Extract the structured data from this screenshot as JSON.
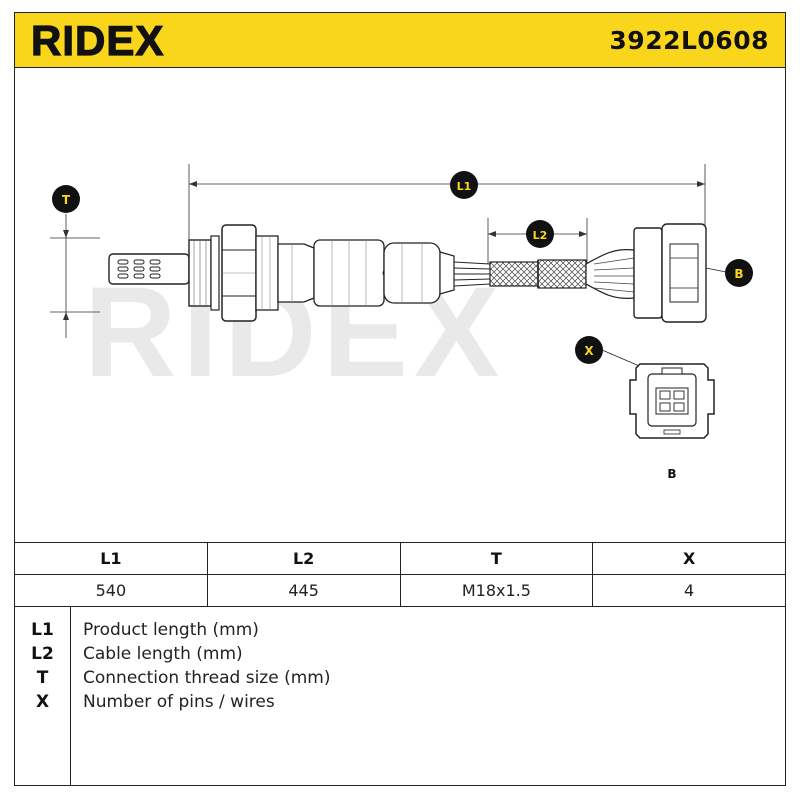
{
  "header": {
    "brand": "RIDEX",
    "part_number": "3922L0608"
  },
  "drawing": {
    "watermark": "RIDEX",
    "labels": {
      "t": "T",
      "l1": "L1",
      "l2": "L2",
      "b": "B",
      "x": "X",
      "connector_caption": "B"
    },
    "colors": {
      "accent": "#f9d61b",
      "marker": "#111111"
    }
  },
  "spec_table": {
    "headers": [
      "L1",
      "L2",
      "T",
      "X"
    ],
    "values": [
      "540",
      "445",
      "M18x1.5",
      "4"
    ]
  },
  "legend": [
    {
      "key": "L1",
      "desc": "Product length (mm)"
    },
    {
      "key": "L2",
      "desc": "Cable length (mm)"
    },
    {
      "key": "T",
      "desc": "Connection thread size (mm)"
    },
    {
      "key": "X",
      "desc": "Number of pins / wires"
    }
  ]
}
